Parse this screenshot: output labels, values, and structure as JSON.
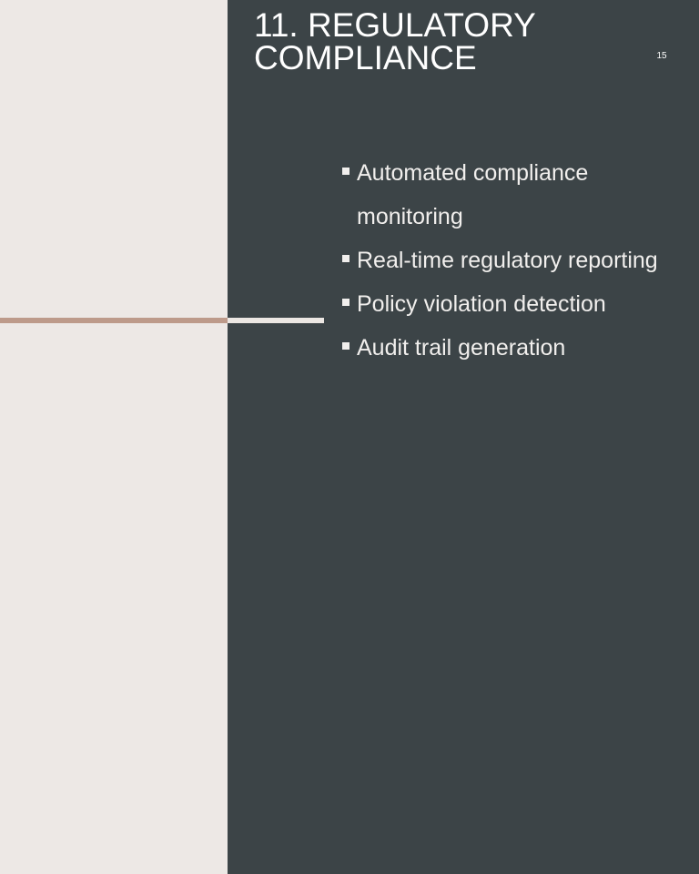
{
  "slide": {
    "title_line1": "11. REGULATORY",
    "title_line2": "COMPLIANCE",
    "page_number": "15",
    "bullets": [
      "Automated compliance monitoring",
      "Real-time regulatory reporting",
      "Policy violation detection",
      "Audit trail generation"
    ],
    "colors": {
      "dark_panel": "#3c4447",
      "light_panel": "#ede8e5",
      "accent": "#bd9a8a",
      "text": "#ffffff"
    }
  }
}
